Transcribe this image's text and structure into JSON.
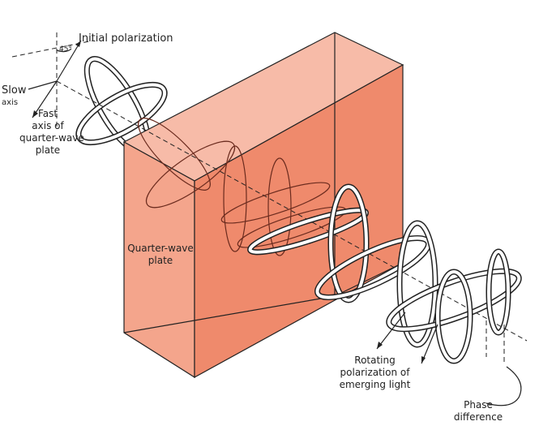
{
  "labels": {
    "initial_polarization": "Initial polarization",
    "angle": "45°",
    "slow_axis_line1": "Slow",
    "slow_axis_line2": "axis",
    "fast_axis_line1": "Fast",
    "fast_axis_line2": "axis of",
    "fast_axis_line3": "quarter-wave",
    "fast_axis_line4": "plate",
    "plate_line1": "Quarter-wave",
    "plate_line2": "plate",
    "rotating_line1": "Rotating",
    "rotating_line2": "polarization of",
    "rotating_line3": "emerging light",
    "phase_line1": "Phase",
    "phase_line2": "difference"
  },
  "colors": {
    "plate_front": "#ef8a6c",
    "plate_side": "#f4a58c",
    "plate_top": "#f7bba8"
  }
}
